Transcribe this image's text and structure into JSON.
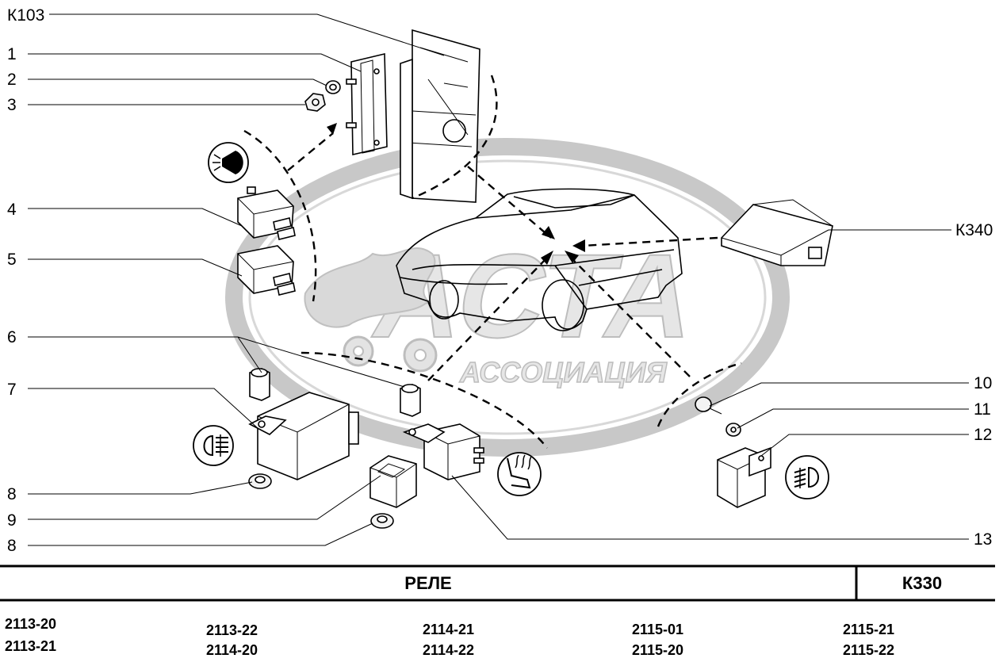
{
  "labels": {
    "k103": "К103",
    "k340": "К340",
    "p1": "1",
    "p2": "2",
    "p3": "3",
    "p4": "4",
    "p5": "5",
    "p6": "6",
    "p7": "7",
    "p8a": "8",
    "p9": "9",
    "p8b": "8",
    "p10": "10",
    "p11": "11",
    "p12": "12",
    "p13": "13"
  },
  "watermark": {
    "main": "АСТА",
    "sub": "АССОЦИАЦИЯ"
  },
  "table": {
    "title": "РЕЛЕ",
    "code": "К330",
    "models": [
      [
        "2113-20",
        "2113-21"
      ],
      [
        "2113-22",
        "2114-20"
      ],
      [
        "2114-21",
        "2114-22"
      ],
      [
        "2115-01",
        "2115-20"
      ],
      [
        "2115-21",
        "2115-22"
      ]
    ]
  },
  "icons": [
    "horn-icon",
    "fog-light-rear-icon",
    "seat-heater-icon",
    "fog-light-front-icon"
  ]
}
